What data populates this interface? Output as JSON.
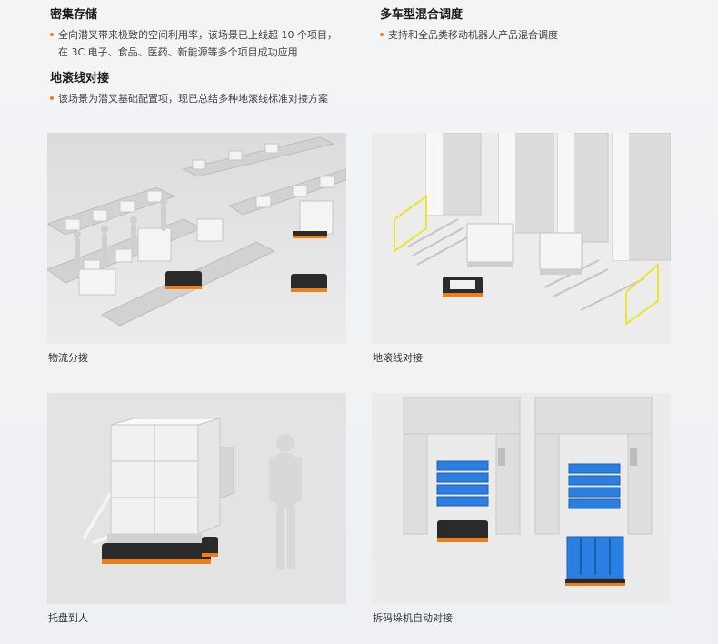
{
  "sections": [
    {
      "title": "密集存储",
      "bullets": [
        "全向潜叉带来极致的空间利用率，该场景已上线超 10 个项目，",
        "在 3C 电子、食品、医药、新能源等多个项目成功应用"
      ]
    },
    {
      "title": "多车型混合调度",
      "bullets": [
        "支持和全品类移动机器人产品混合调度"
      ]
    },
    {
      "title": "地滚线对接",
      "bullets": [
        "该场景为潜叉基础配置项，现已总结多种地滚线标准对接方案"
      ]
    }
  ],
  "panels": [
    {
      "caption": "物流分拨"
    },
    {
      "caption": "地滚线对接"
    },
    {
      "caption": "托盘到人"
    },
    {
      "caption": "拆码垛机自动对接"
    }
  ],
  "colors": {
    "accent": "#ef7d1a",
    "pallet_blue": "#2a7fe0",
    "safety_yellow": "#e8e53a"
  }
}
